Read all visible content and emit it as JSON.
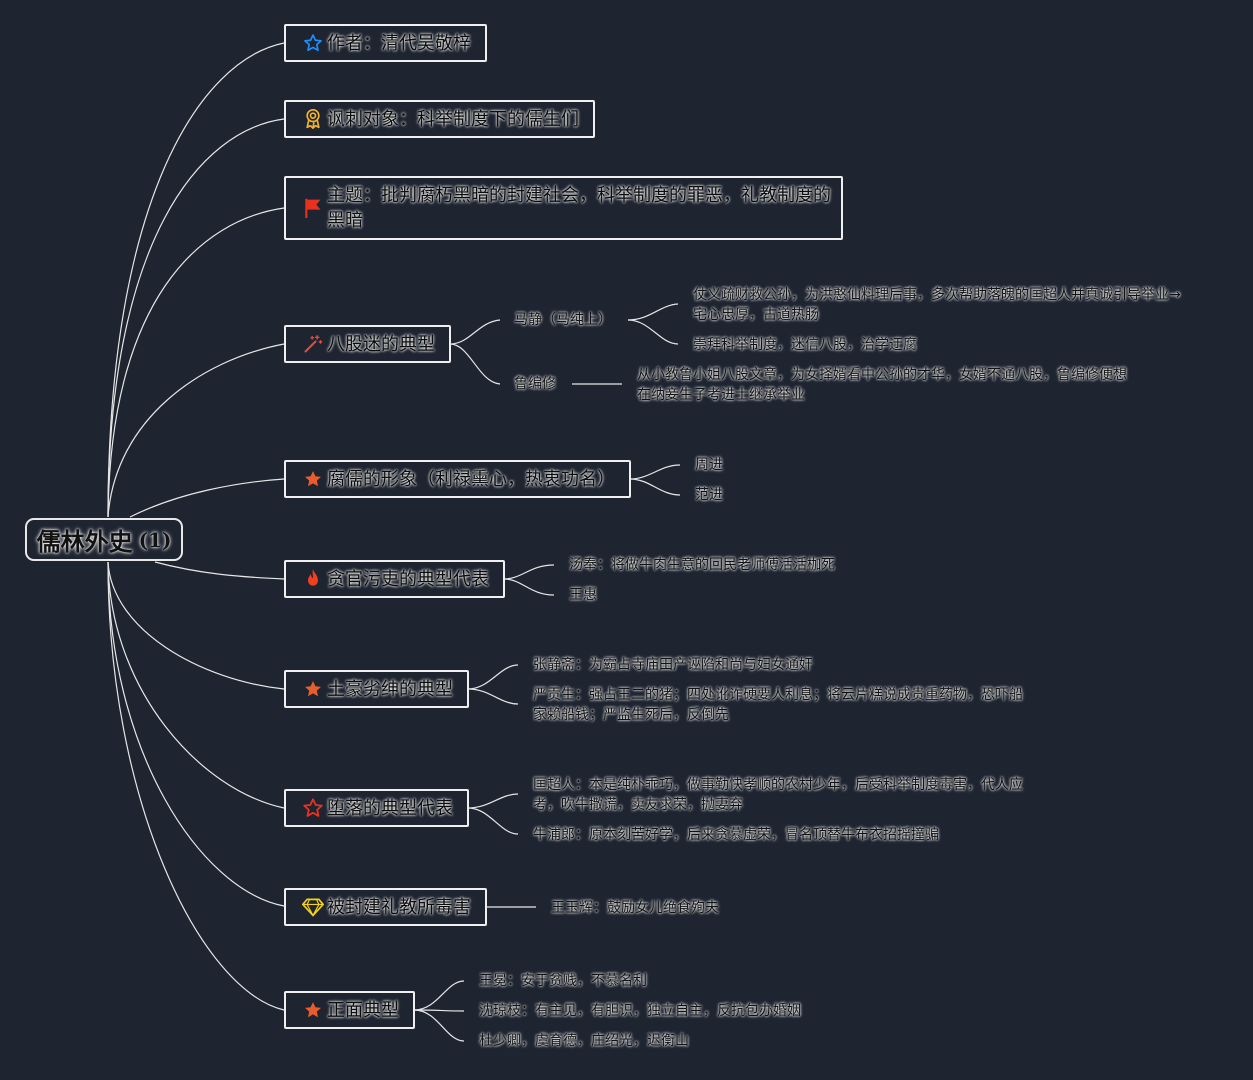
{
  "root": {
    "title": "儒林外史",
    "count": "(1)"
  },
  "topics": [
    {
      "id": "author",
      "icon": "star-outline-blue-icon",
      "text": "作者：清代吴敬梓"
    },
    {
      "id": "target",
      "icon": "award-medal-icon",
      "text": "讽刺对象：科举制度下的儒生们"
    },
    {
      "id": "theme",
      "icon": "red-flag-icon",
      "text": "主题：批判腐朽黑暗的封建社会，科举制度的罪恶，礼教制度的黑暗"
    },
    {
      "id": "bagu",
      "icon": "magic-wand-icon",
      "text": "八股迷的典型",
      "children": [
        {
          "text": "马静（马纯上）",
          "children": [
            {
              "text": "仗义疏财救公孙，为洪憨仙料理后事，多次帮助落魄的匡超人并真诚引导举业→宅心忠厚，古道热肠"
            },
            {
              "text": "崇拜科举制度，迷信八股，治学迂腐"
            }
          ]
        },
        {
          "text": "鲁编修",
          "children": [
            {
              "text": "从小教鲁小姐八股文章，为女择婿看中公孙的才华，女婿不通八股，鲁编修便想在纳妾生子考进士继承举业"
            }
          ]
        }
      ]
    },
    {
      "id": "furu",
      "icon": "star-filled-orange-icon",
      "text": "腐儒的形象（利禄熏心，热衷功名）",
      "children": [
        {
          "text": "周进"
        },
        {
          "text": "范进"
        }
      ]
    },
    {
      "id": "tanguan",
      "icon": "fire-icon",
      "text": "贪官污吏的典型代表",
      "children": [
        {
          "text": "汤奉：将做牛肉生意的回民老师傅活活枷死"
        },
        {
          "text": "王惠"
        }
      ]
    },
    {
      "id": "tuhao",
      "icon": "star-filled-orange-icon",
      "text": "土豪劣绅的典型",
      "children": [
        {
          "text": "张静斋：为霸占寺庙田产诬陷和尚与妇女通奸"
        },
        {
          "text": "严贡生：强占王二的猪；四处讹诈硬要人利息；将云片糕说成贵重药物，恐吓船家赖船钱；严监生死后，反倒先"
        }
      ]
    },
    {
      "id": "duoluo",
      "icon": "star-outline-red-icon",
      "text": "堕落的典型代表",
      "children": [
        {
          "text": "匡超人：本是纯朴乖巧，做事勤快孝顺的农村少年，后受科举制度毒害，代人应考，吹牛撒谎，卖友求荣，抛妻弃"
        },
        {
          "text": "牛浦郎：原本刻苦好学，后来贪慕虚荣，冒名顶替牛布衣招摇撞骗"
        }
      ]
    },
    {
      "id": "lijiao",
      "icon": "diamond-icon",
      "text": "被封建礼教所毒害",
      "children": [
        {
          "text": "王玉辉：鼓励女儿绝食殉夫"
        }
      ]
    },
    {
      "id": "zhengmian",
      "icon": "star-filled-orange-icon",
      "text": "正面典型",
      "children": [
        {
          "text": "王冕：安于贫贱，不慕名利"
        },
        {
          "text": "沈琼枝：有主见，有胆识，独立自主，反抗包办婚姻"
        },
        {
          "text": "杜少卿，虞育德，庄绍光，迟衡山"
        }
      ]
    }
  ],
  "colors": {
    "background": "#1e2430",
    "line": "#e6e6e6",
    "star_blue": "#1e90ff",
    "star_orange": "#e95d2c",
    "flag_red": "#e8321e",
    "fire_red": "#f04020",
    "diamond_yellow": "#f2d21b",
    "medal_yellow": "#f5b32a",
    "wand_red": "#e84a3a"
  }
}
